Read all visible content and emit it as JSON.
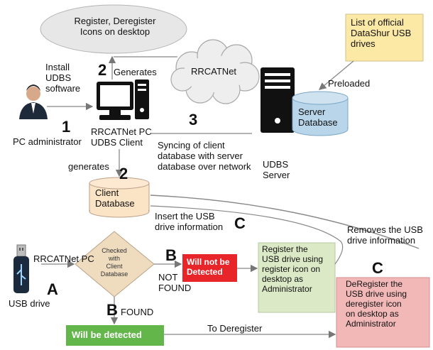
{
  "diagram": {
    "top_cloud": "Register, Deregister\nIcons on desktop",
    "rrcatnet_cloud": "RRCATNet",
    "official_list": "List of official\nDataShur USB\ndrives",
    "preloaded": "Preloaded",
    "install_text": "Install\nUDBS\nsoftware",
    "generates": "Generates",
    "pc_admin": "PC administrator",
    "rrcatnet_pc_client": "RRCATNet PC\nUDBS   Client",
    "generates_lower": "generates",
    "syncing": "Syncing of  client\ndatabase with server\ndatabase over network",
    "server_database": "Server\nDatabase",
    "udbs_server": "UDBS\nServer",
    "client_database": "Client\nDatabase",
    "insert_info": "Insert the USB\ndrive information",
    "removes_info": "Removes the USB\ndrive information",
    "rrcatnet_pc": "RRCATNet PC",
    "usb_drive": "USB drive",
    "decision": "Checked\nwith\nClient\nDatabase",
    "not_found": "NOT\nFOUND",
    "found": "FOUND",
    "will_not_be_detected": "Will not be\nDetected",
    "will_be_detected": "Will be detected",
    "register_box": "Register the\nUSB drive using\nregister icon on\ndesktop as\nAdministrator",
    "deregister_box": "DeRegister the\nUSB drive using\nderegister icon\non desktop as\nAdministrator",
    "to_deregister": "To Deregister",
    "step_1": "1",
    "step_2_top": "2",
    "step_2_bottom": "2",
    "step_3": "3",
    "letter_a": "A",
    "letter_b_mid": "B",
    "letter_b_low": "B",
    "letter_c_mid": "C",
    "letter_c_right": "C"
  },
  "colors": {
    "cloud_fill": "#e7e7e7",
    "list_fill": "#fde9a6",
    "server_db_fill": "#b9d5ea",
    "client_db_fill": "#fbe3c6",
    "decision_fill": "#efdcbf",
    "not_detected_fill": "#e8262a",
    "detected_fill": "#62b64a",
    "register_fill": "#dbe9c6",
    "deregister_fill": "#f2b8b8",
    "line": "#888888"
  }
}
